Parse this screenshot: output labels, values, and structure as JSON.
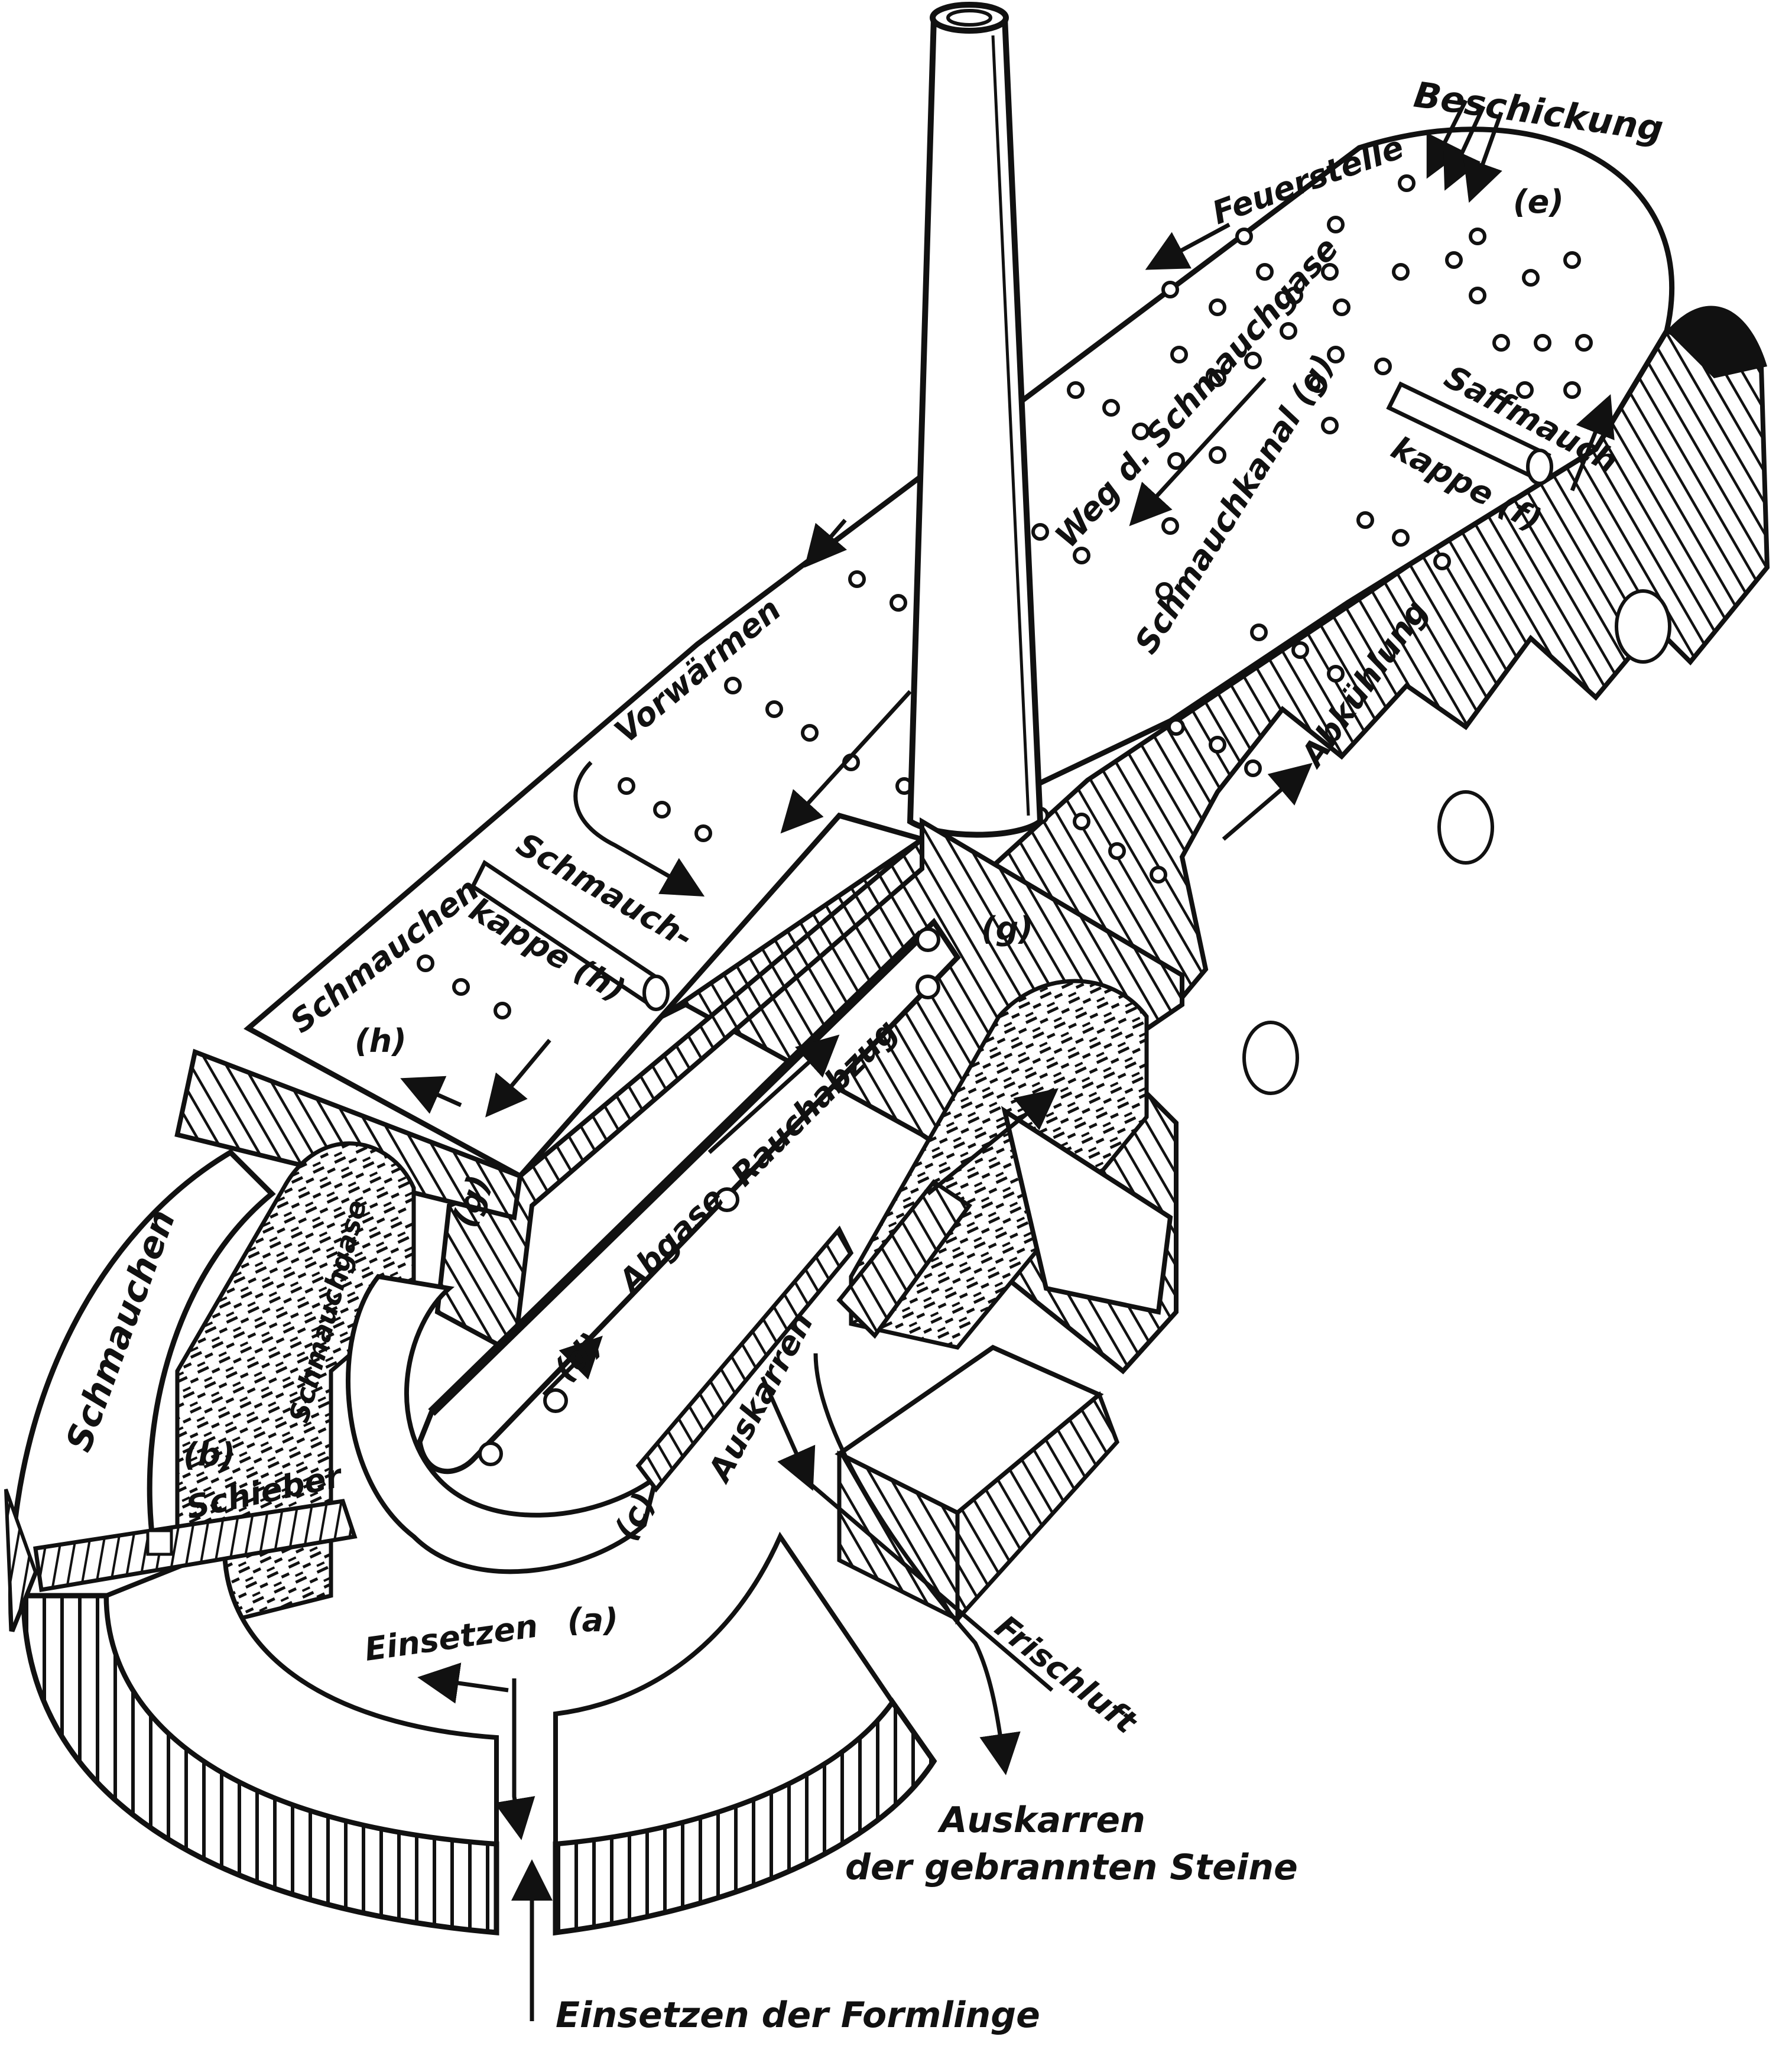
{
  "labels": {
    "beschickung": "Beschickung",
    "feuerstelle": "Feuerstelle",
    "e": "(e)",
    "weg_schmauchgase": "Weg d. Schmauchgase",
    "saffmauch_kappe_top": "Saffmauch",
    "kappe_f": "kappe (f)",
    "schmauchkanal": "Schmauchkanal (g)",
    "abkuehlung": "Abkühlung",
    "vorwaermen": "Vorwärmen",
    "schmauchen_top": "Schmauchen",
    "schmauch_top": "Schmauch-",
    "kappe_h": "kappe (h)",
    "h": "(h)",
    "g_left": "(g)",
    "g_right": "(g)",
    "rauchabzug": "Rauchabzug",
    "abgase": "Abgase",
    "d": "(d)",
    "schmauchgase_left": "Schmauchgase",
    "schmauchen_left": "Schmauchen",
    "b": "(b)",
    "schieber": "Schieber",
    "c": "(c)",
    "auskarren": "Auskarren",
    "einsetzen": "Einsetzen",
    "a": "(a)",
    "frischluft": "Frischluft",
    "auskarren_bottom_1": "Auskarren",
    "auskarren_bottom_2": "der gebrannten Steine",
    "einsetzen_formlinge": "Einsetzen der Formlinge"
  }
}
